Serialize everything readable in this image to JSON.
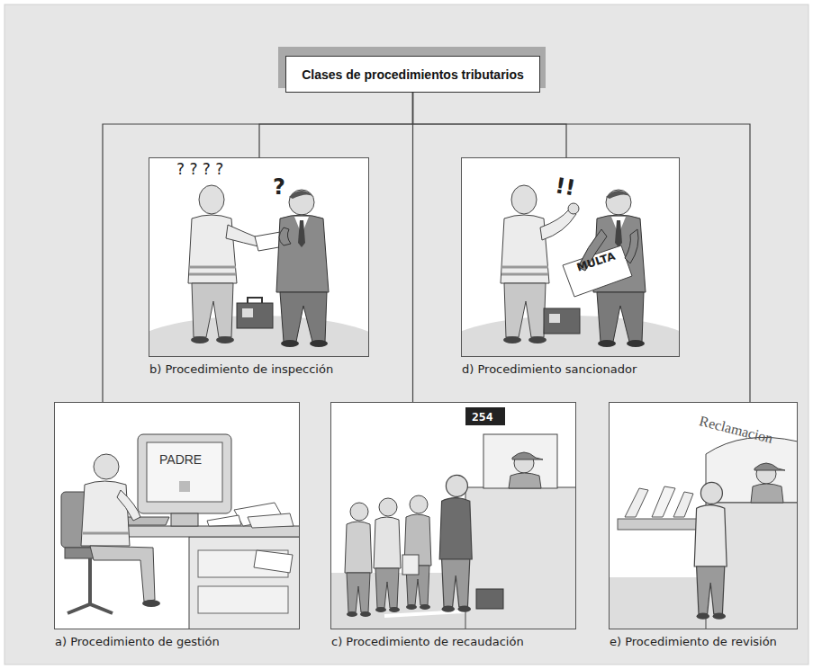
{
  "diagram": {
    "nodes": [
      {
        "text": [
          "Clases de procedimientos tributarios"
        ]
      },
      {
        "text": [
          "b) Procedimiento de inspección"
        ]
      },
      {
        "text": [
          "d) Procedimiento sancionador"
        ]
      },
      {
        "text": [
          "a) Procedimiento de gestión"
        ]
      },
      {
        "text": [
          "c) Procedimiento de recaudación"
        ]
      },
      {
        "text": [
          "e) Procedimiento de revisión"
        ]
      }
    ],
    "edges": [
      {
        "from": 0,
        "to": 1,
        "arrow": "none"
      },
      {
        "from": 0,
        "to": 2,
        "arrow": "none"
      },
      {
        "from": 0,
        "to": 3,
        "arrow": "none"
      },
      {
        "from": 0,
        "to": 4,
        "arrow": "none"
      },
      {
        "from": 0,
        "to": 5,
        "arrow": "none"
      }
    ],
    "labels": [
      "? ? ? ?",
      "?",
      "!!",
      "MULTA",
      "PADRE",
      "254",
      "Reclamacion"
    ]
  }
}
